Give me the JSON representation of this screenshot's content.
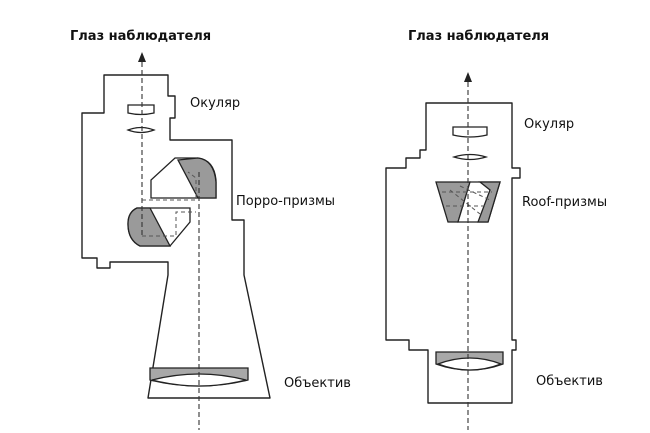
{
  "labels": {
    "left_eye": "Глаз наблюдателя",
    "right_eye": "Глаз наблюдателя",
    "left_eyepiece": "Окуляр",
    "right_eyepiece": "Окуляр",
    "porro": "Порро-призмы",
    "roof": "Roof-призмы",
    "left_objective": "Объектив",
    "right_objective": "Объектив"
  },
  "colors": {
    "line": "#222222",
    "prism_fill": "#9a9a9a",
    "lens_fill_gray": "#a8a8a8"
  }
}
